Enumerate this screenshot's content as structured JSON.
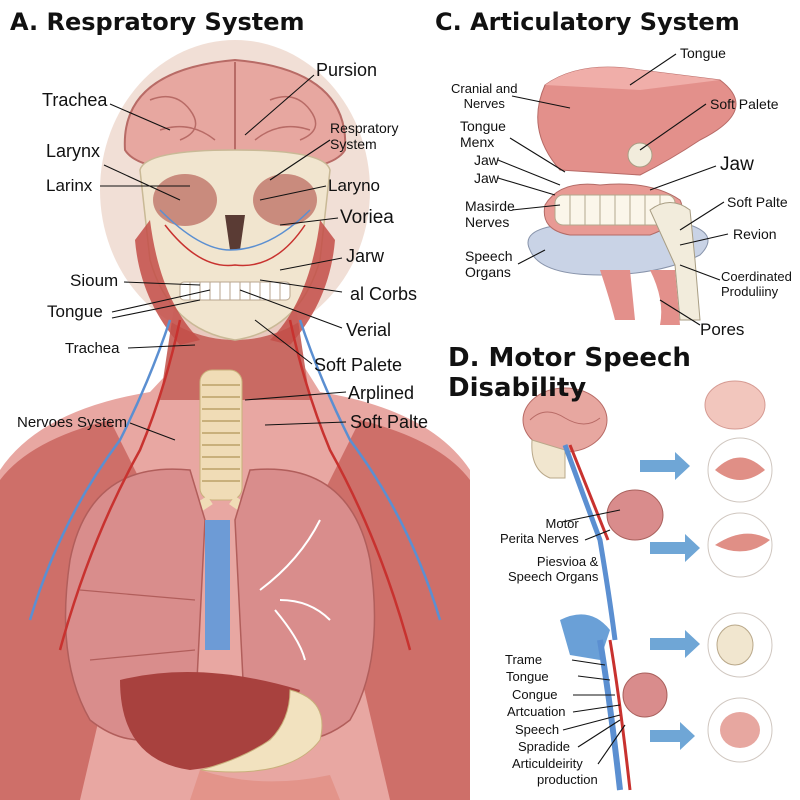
{
  "panels": {
    "a": {
      "title": "A. Respratory System",
      "labels": {
        "pursion": "Pursion",
        "trachea_top": "Trachea",
        "respratory_system": "Respratory\nSystem",
        "larynx": "Larynx",
        "larinx": "Larinx",
        "laryno": "Laryno",
        "voriea": "Voriea",
        "jarw": "Jarw",
        "sioum": "Sioum",
        "al_corbs": "al Corbs",
        "tongue": "Tongue",
        "verial": "Verial",
        "trachea_mid": "Trachea",
        "soft_palete": "Soft Palete",
        "arplined": "Arplined",
        "nervoes_system": "Nervoes System",
        "soft_palte": "Soft Palte"
      }
    },
    "c": {
      "title": "C. Articulatory System",
      "labels": {
        "tongue": "Tongue",
        "cranial_nerves": "Cranial and\nNerves",
        "soft_palete": "Soft Palete",
        "tongue_menx": "Tongue\nMenx",
        "jaw_big": "Jaw",
        "jaw1": "Jaw",
        "jaw2": "Jaw",
        "soft_palte": "Soft Palte",
        "masirde_nerves": "Masirde\nNerves",
        "revion": "Revion",
        "speech_organs": "Speech\nOrgans",
        "coerdinated": "Coerdinated\nProduliiny",
        "pores": "Pores"
      }
    },
    "d": {
      "title": "D. Motor Speech Disability",
      "labels": {
        "motor": "Motor\nPerita Nerves",
        "piesvioa": "Piesvioa &\nSpeech Organs",
        "trame": "Trame",
        "tongue1": "Tongue",
        "congue": "Congue",
        "artcuation": "Artcuation",
        "speech": "Speech",
        "spradide": "Spradide",
        "articuldeirity": "Articuldeirity",
        "production": "production"
      }
    }
  },
  "colors": {
    "tissue": "#e9a3a0",
    "muscle": "#c45a55",
    "lung": "#d88c8c",
    "bone": "#f1e6cf",
    "vein": "#5b8fd1",
    "artery": "#c8322f",
    "arrow": "#6fa6d6"
  }
}
